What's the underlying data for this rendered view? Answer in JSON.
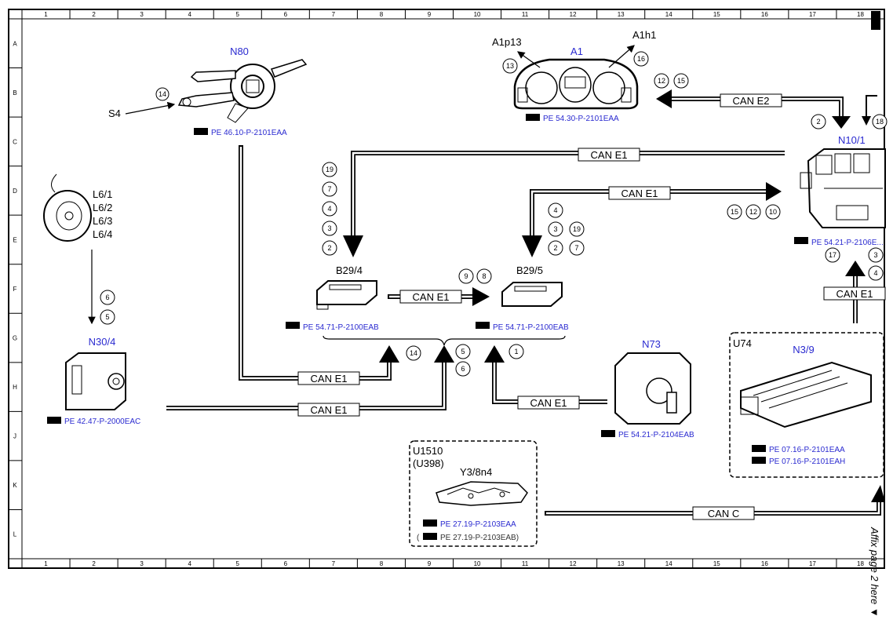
{
  "grid": {
    "columns": [
      "1",
      "2",
      "3",
      "4",
      "5",
      "6",
      "7",
      "8",
      "9",
      "10",
      "11",
      "12",
      "13",
      "14",
      "15",
      "16",
      "17",
      "18"
    ],
    "rows": [
      "A",
      "B",
      "C",
      "D",
      "E",
      "F",
      "G",
      "H",
      "J",
      "K",
      "L"
    ]
  },
  "components": {
    "n80": {
      "label": "N80",
      "ref": "PE 46.10-P-2101EAA"
    },
    "s4": {
      "label": "S4",
      "pin": "14"
    },
    "a1": {
      "label": "A1",
      "ref": "PE 54.30-P-2101EAA",
      "left_label": "A1p13",
      "right_label": "A1h1",
      "left_pin": "13",
      "right_pin": "16"
    },
    "n10_1": {
      "label": "N10/1",
      "ref": "PE 54.21-P-2106E..."
    },
    "l6": {
      "labels": [
        "L6/1",
        "L6/2",
        "L6/3",
        "L6/4"
      ]
    },
    "n30_4": {
      "label": "N30/4",
      "ref": "PE 42.47-P-2000EAC"
    },
    "b29_4": {
      "label": "B29/4",
      "ref": "PE 54.71-P-2100EAB"
    },
    "b29_5": {
      "label": "B29/5",
      "ref": "PE 54.71-P-2100EAB"
    },
    "n73": {
      "label": "N73",
      "ref": "PE 54.21-P-2104EAB"
    },
    "u74": {
      "label": "U74"
    },
    "n3_9": {
      "label": "N3/9",
      "ref1": "PE 07.16-P-2101EAA",
      "ref2": "PE 07.16-P-2101EAH"
    },
    "u1510": {
      "label": "U1510",
      "label2": "(U398)",
      "sub": "Y3/8n4",
      "ref1": "PE 27.19-P-2103EAA",
      "ref2": "PE 27.19-P-2103EAB)",
      "ref2_prefix": "("
    }
  },
  "buses": {
    "can_e2": "CAN E2",
    "can_e1": "CAN E1",
    "can_c": "CAN C"
  },
  "pins": {
    "a1_pins": [
      "12",
      "15"
    ],
    "n10_top": [
      "2"
    ],
    "n10_top2": "18",
    "n10_side": [
      "15",
      "12",
      "10"
    ],
    "n10_bottom": [
      "17",
      "3",
      "4"
    ],
    "b29_4_stack": [
      "19",
      "7",
      "4",
      "3",
      "2"
    ],
    "b29_5_stack_left": [
      "4",
      "3",
      "2"
    ],
    "b29_5_stack_right": [
      "19",
      "7"
    ],
    "mid_pins": [
      "9",
      "8"
    ],
    "l6_pins": [
      "6",
      "5"
    ],
    "junction_pins": [
      "14",
      "5",
      "6",
      "1"
    ]
  },
  "side_note": "Affix page 2 here ▼"
}
